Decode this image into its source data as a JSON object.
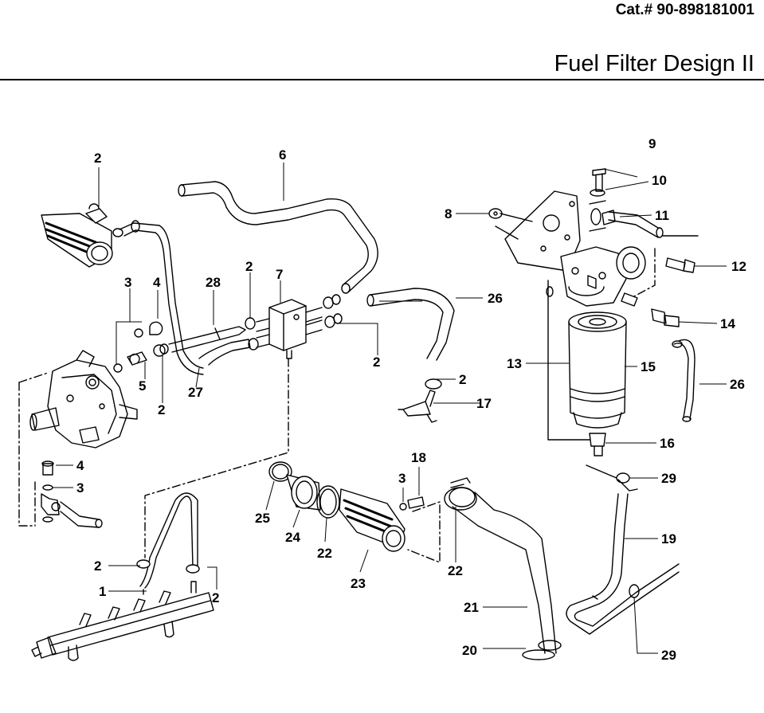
{
  "header": {
    "catalog_number": "Cat.# 90-898181001",
    "title": "Fuel Filter Design II"
  },
  "callouts": {
    "c1": "1",
    "c2a": "2",
    "c2b": "2",
    "c2c": "2",
    "c2d": "2",
    "c2e": "2",
    "c2f": "2",
    "c2g": "2",
    "c3a": "3",
    "c3b": "3",
    "c3c": "3",
    "c4a": "4",
    "c4b": "4",
    "c5": "5",
    "c6": "6",
    "c7": "7",
    "c8": "8",
    "c9": "9",
    "c10": "10",
    "c11": "11",
    "c12": "12",
    "c13": "13",
    "c14": "14",
    "c15": "15",
    "c16": "16",
    "c17": "17",
    "c18": "18",
    "c19": "19",
    "c20": "20",
    "c21": "21",
    "c22a": "22",
    "c22b": "22",
    "c23": "23",
    "c24": "24",
    "c25": "25",
    "c26a": "26",
    "c26b": "26",
    "c27": "27",
    "c28": "28",
    "c29a": "29",
    "c29b": "29"
  }
}
